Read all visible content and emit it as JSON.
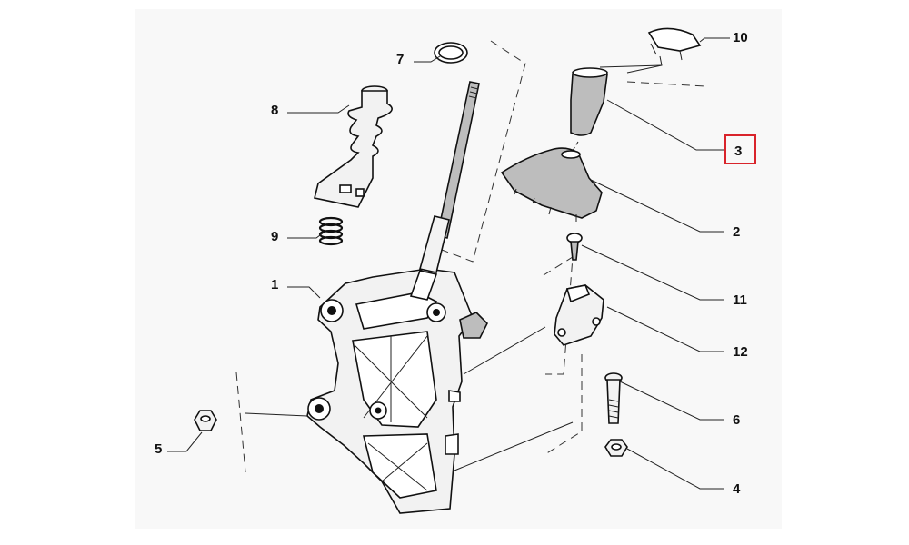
{
  "diagram": {
    "background_color": "#f8f8f8",
    "part_fill": "#f2f2f2",
    "part_shade": "#bdbdbd",
    "highlight_color": "#d9242b",
    "highlighted_label": "3",
    "labels": {
      "p1": "1",
      "p2": "2",
      "p3": "3",
      "p4": "4",
      "p5": "5",
      "p6": "6",
      "p7": "7",
      "p8": "8",
      "p9": "9",
      "p10": "10",
      "p11": "11",
      "p12": "12"
    }
  }
}
